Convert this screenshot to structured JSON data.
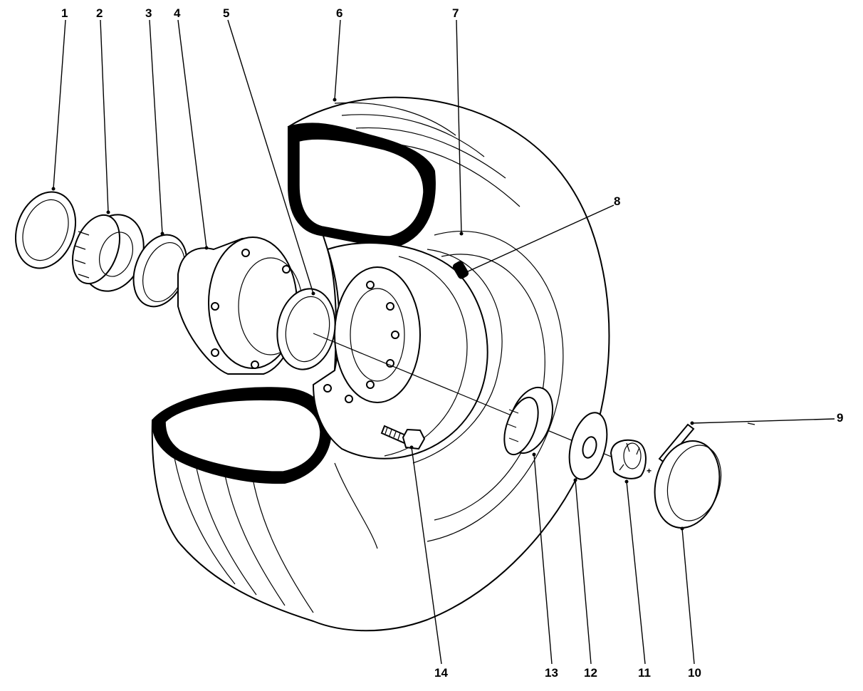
{
  "callouts": [
    {
      "id": "1",
      "label": "1"
    },
    {
      "id": "2",
      "label": "2"
    },
    {
      "id": "3",
      "label": "3"
    },
    {
      "id": "4",
      "label": "4"
    },
    {
      "id": "5",
      "label": "5"
    },
    {
      "id": "6",
      "label": "6"
    },
    {
      "id": "7",
      "label": "7"
    },
    {
      "id": "8",
      "label": "8"
    },
    {
      "id": "9",
      "label": "9"
    },
    {
      "id": "10",
      "label": "10"
    },
    {
      "id": "11",
      "label": "11"
    },
    {
      "id": "12",
      "label": "12"
    },
    {
      "id": "13",
      "label": "13"
    },
    {
      "id": "14",
      "label": "14"
    }
  ],
  "colors": {
    "ink": "#000000",
    "paper": "#ffffff"
  }
}
